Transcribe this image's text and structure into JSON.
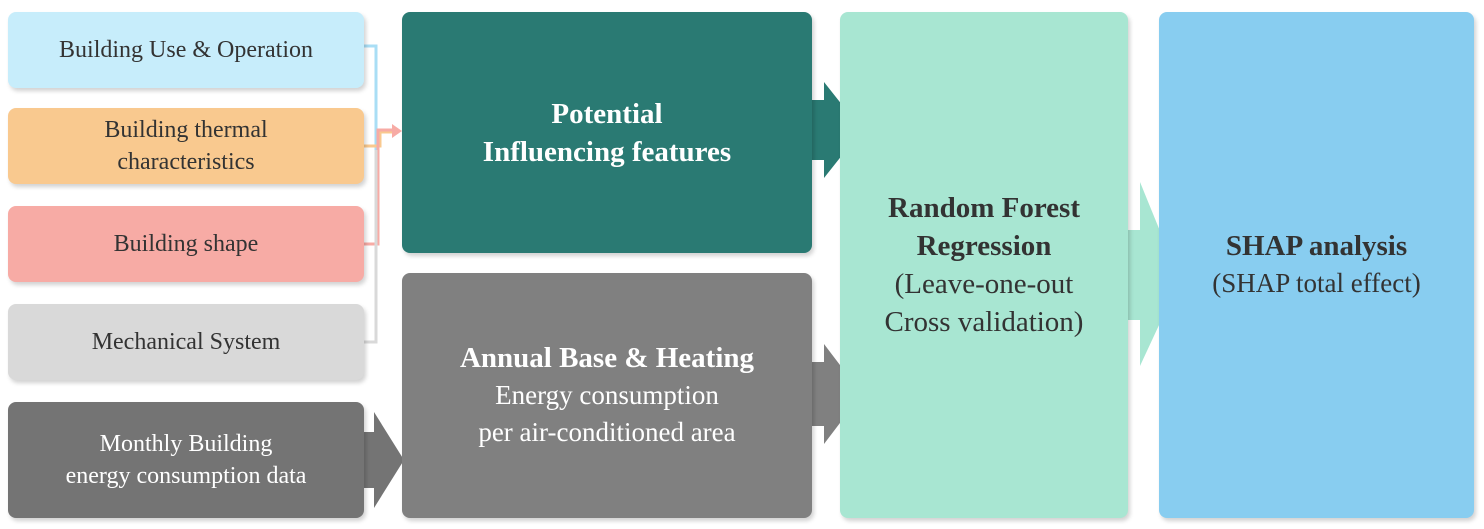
{
  "inputs": {
    "building_use": "Building Use & Operation",
    "thermal_line1": "Building thermal",
    "thermal_line2": "characteristics",
    "shape": "Building shape",
    "mechanical": "Mechanical System",
    "monthly_line1": "Monthly Building",
    "monthly_line2": "energy consumption data"
  },
  "features": {
    "line1": "Potential",
    "line2": "Influencing features"
  },
  "annual": {
    "title": "Annual Base & Heating",
    "line2": "Energy consumption",
    "line3": "per air-conditioned area"
  },
  "model": {
    "title_line1": "Random Forest",
    "title_line2": "Regression",
    "sub_line1": "(Leave-one-out",
    "sub_line2": "Cross validation)"
  },
  "analysis": {
    "title": "SHAP analysis",
    "subtitle": "(SHAP total effect)"
  },
  "colors": {
    "building_use": "#c7edfb",
    "thermal": "#f9c98f",
    "shape": "#f7aba5",
    "mechanical": "#d9d9d9",
    "monthly": "#747474",
    "features": "#2a7a73",
    "annual": "#808080",
    "model": "#a8e6d2",
    "analysis": "#88cdf0"
  }
}
